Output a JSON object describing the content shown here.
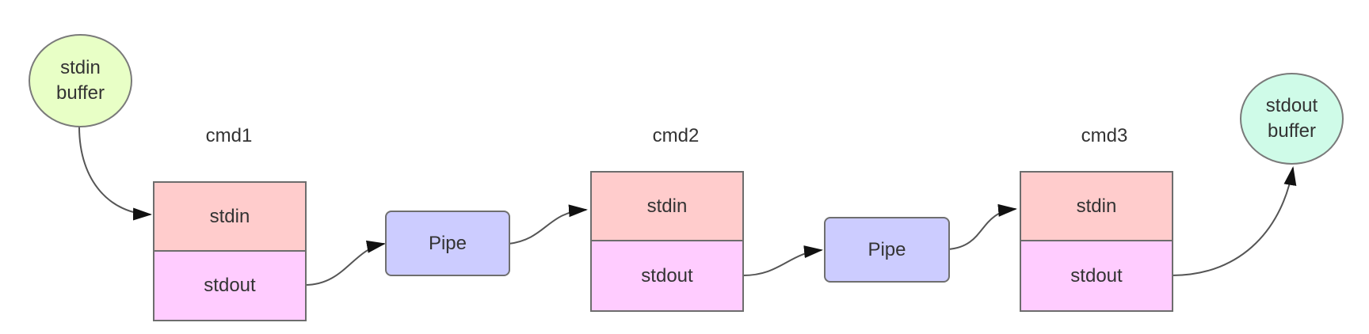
{
  "diagram": {
    "stdin_buffer": {
      "label": "stdin\nbuffer"
    },
    "stdout_buffer": {
      "label": "stdout\nbuffer"
    },
    "commands": [
      {
        "title": "cmd1",
        "stdin": "stdin",
        "stdout": "stdout"
      },
      {
        "title": "cmd2",
        "stdin": "stdin",
        "stdout": "stdout"
      },
      {
        "title": "cmd3",
        "stdin": "stdin",
        "stdout": "stdout"
      }
    ],
    "pipes": [
      {
        "label": "Pipe"
      },
      {
        "label": "Pipe"
      }
    ],
    "colors": {
      "stdin_buffer": "#e8ffc6",
      "stdout_buffer": "#cffbe8",
      "stdin": "#ffcccc",
      "stdout": "#ffccff",
      "pipe": "#ccccff",
      "border": "#6d6d6d",
      "text": "#333333"
    }
  }
}
